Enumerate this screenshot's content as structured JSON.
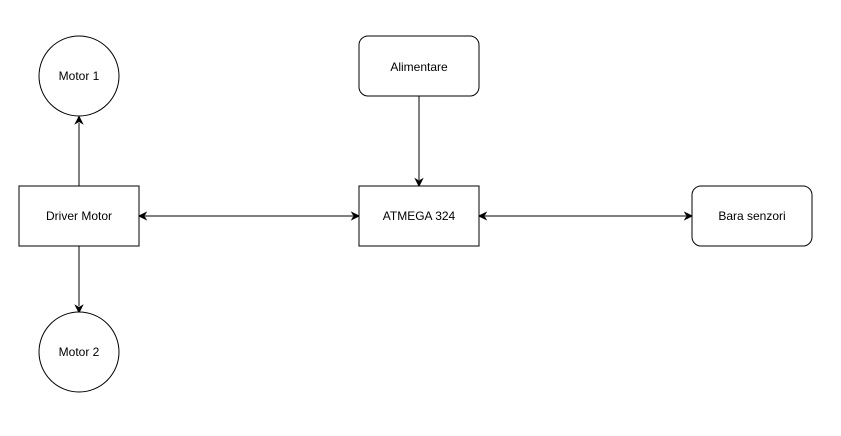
{
  "nodes": {
    "motor1": {
      "label": "Motor 1",
      "shape": "circle"
    },
    "motor2": {
      "label": "Motor 2",
      "shape": "circle"
    },
    "driver": {
      "label": "Driver Motor",
      "shape": "rectangle"
    },
    "atmega": {
      "label": "ATMEGA 324",
      "shape": "rectangle"
    },
    "alimentare": {
      "label": "Alimentare",
      "shape": "rounded-rectangle"
    },
    "bara": {
      "label": "Bara senzori",
      "shape": "rounded-rectangle"
    }
  },
  "edges": [
    {
      "from": "driver",
      "to": "motor1",
      "direction": "forward"
    },
    {
      "from": "driver",
      "to": "motor2",
      "direction": "forward"
    },
    {
      "from": "driver",
      "to": "atmega",
      "direction": "both"
    },
    {
      "from": "alimentare",
      "to": "atmega",
      "direction": "forward"
    },
    {
      "from": "atmega",
      "to": "bara",
      "direction": "both"
    }
  ],
  "colors": {
    "stroke": "#000000",
    "fill": "#ffffff",
    "text": "#000000"
  }
}
